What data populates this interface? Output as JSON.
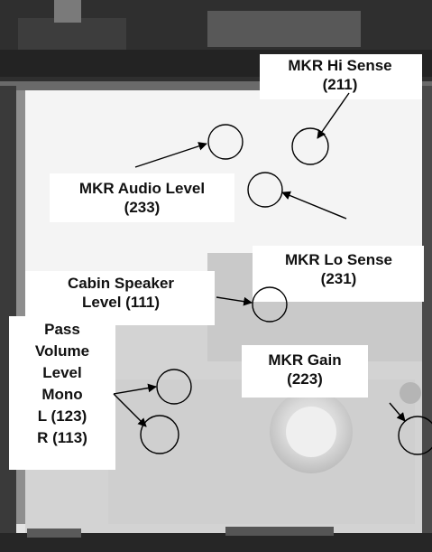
{
  "labels": {
    "hi_sense": {
      "name": "MKR Hi Sense",
      "code": "(211)"
    },
    "audio_level": {
      "name": "MKR Audio Level",
      "code": "(233)"
    },
    "lo_sense": {
      "name": "MKR Lo Sense",
      "code": "(231)"
    },
    "cabin_speaker": {
      "name": "Cabin Speaker",
      "code": "Level (111)"
    },
    "pass_volume": {
      "line1": "Pass",
      "line2": "Volume",
      "line3": "Level",
      "line4": "Mono",
      "line5": "L (123)",
      "line6": "R (113)"
    },
    "gain": {
      "name": "MKR Gain",
      "code": "(223)"
    }
  }
}
